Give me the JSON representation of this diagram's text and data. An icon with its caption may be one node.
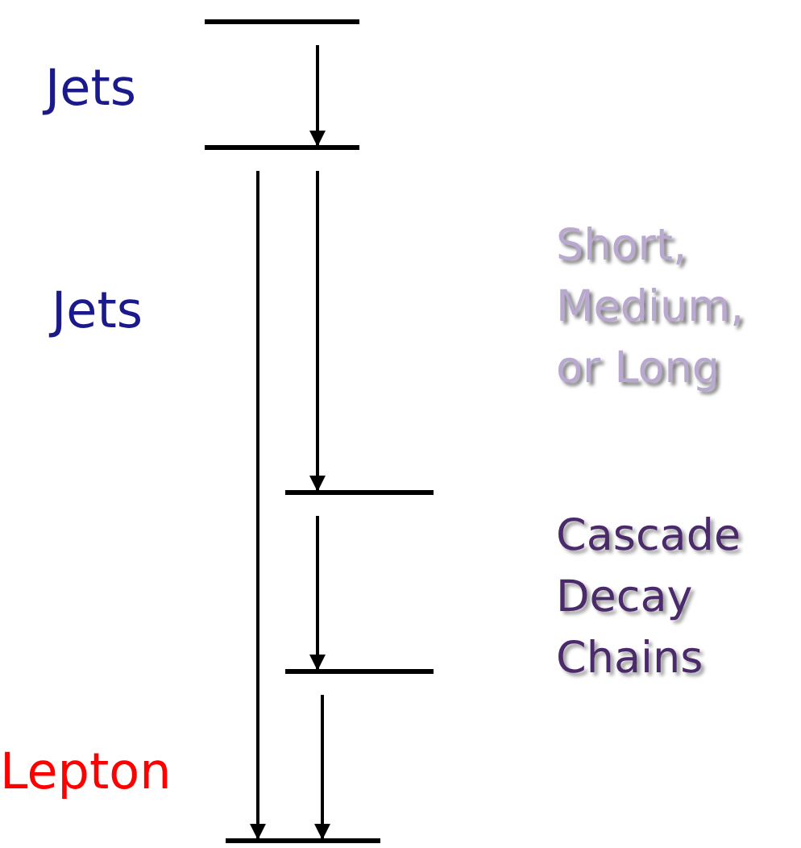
{
  "diagram": {
    "nodes": [
      {
        "text": [],
        "shape": "bar"
      },
      {
        "text": [],
        "shape": "bar"
      },
      {
        "text": [],
        "shape": "bar"
      },
      {
        "text": [],
        "shape": "bar"
      },
      {
        "text": [],
        "shape": "bar"
      }
    ],
    "edges": [
      {
        "from": 0,
        "to": 1,
        "arrow": "to"
      },
      {
        "from": 1,
        "to": 4,
        "arrow": "to"
      },
      {
        "from": 1,
        "to": 2,
        "arrow": "to"
      },
      {
        "from": 2,
        "to": 3,
        "arrow": "to"
      },
      {
        "from": 3,
        "to": 4,
        "arrow": "to"
      }
    ],
    "labels": [
      "Jets",
      "Jets",
      "Short, Medium, or Long",
      "Cascade Decay Chains",
      "Lepton"
    ]
  }
}
